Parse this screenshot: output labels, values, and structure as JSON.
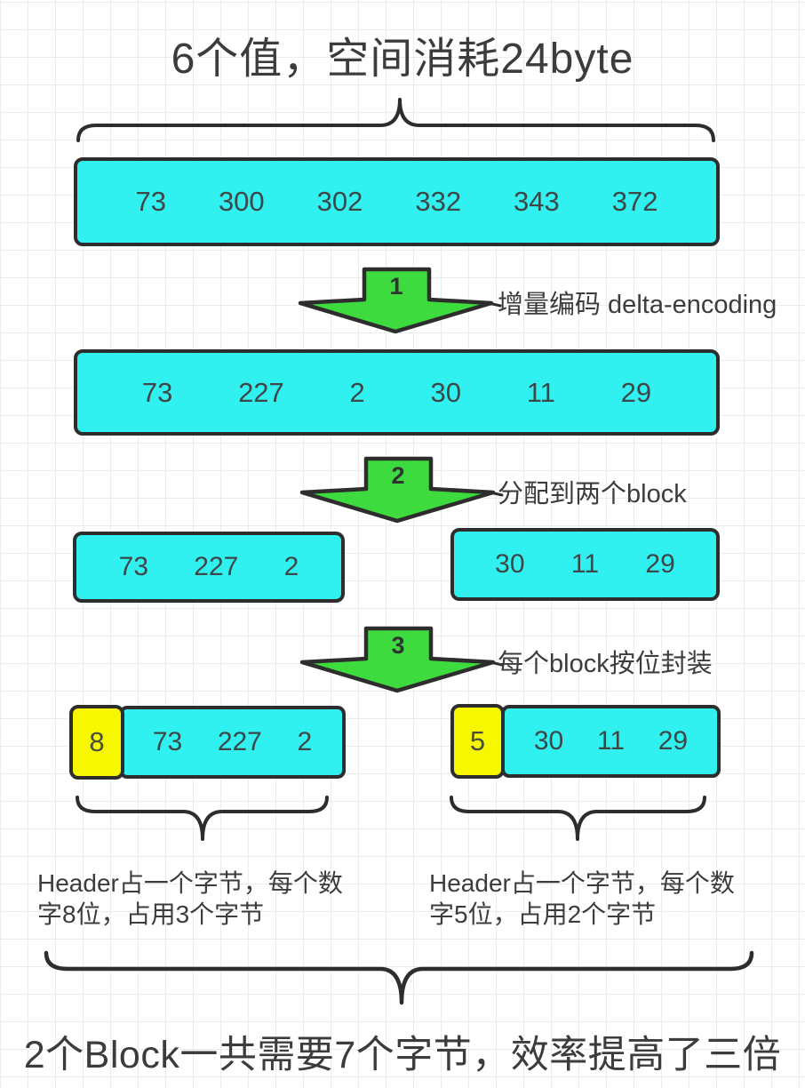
{
  "title": "6个值，空间消耗24byte",
  "colors": {
    "cyan": "#31f0f0",
    "green": "#3edb3e",
    "yellow": "#f7f700",
    "outline": "#2d2d2d",
    "text": "#3c3c3c"
  },
  "original": {
    "values": [
      "73",
      "300",
      "302",
      "332",
      "343",
      "372"
    ]
  },
  "delta": {
    "values": [
      "73",
      "227",
      "2",
      "30",
      "11",
      "29"
    ]
  },
  "steps": [
    {
      "num": "1",
      "label": "增量编码 delta-encoding"
    },
    {
      "num": "2",
      "label": "分配到两个block"
    },
    {
      "num": "3",
      "label": "每个block按位封装"
    }
  ],
  "blocks": {
    "left": {
      "values": [
        "73",
        "227",
        "2"
      ]
    },
    "right": {
      "values": [
        "30",
        "11",
        "29"
      ]
    }
  },
  "packed": {
    "left": {
      "header": "8",
      "values": [
        "73",
        "227",
        "2"
      ]
    },
    "right": {
      "header": "5",
      "values": [
        "30",
        "11",
        "29"
      ]
    }
  },
  "notes": {
    "left": {
      "line1": "Header占一个字节，每个数",
      "line2": "字8位，占用3个字节"
    },
    "right": {
      "line1": "Header占一个字节，每个数",
      "line2": "字5位，占用2个字节"
    }
  },
  "summary": "2个Block一共需要7个字节，效率提高了三倍"
}
